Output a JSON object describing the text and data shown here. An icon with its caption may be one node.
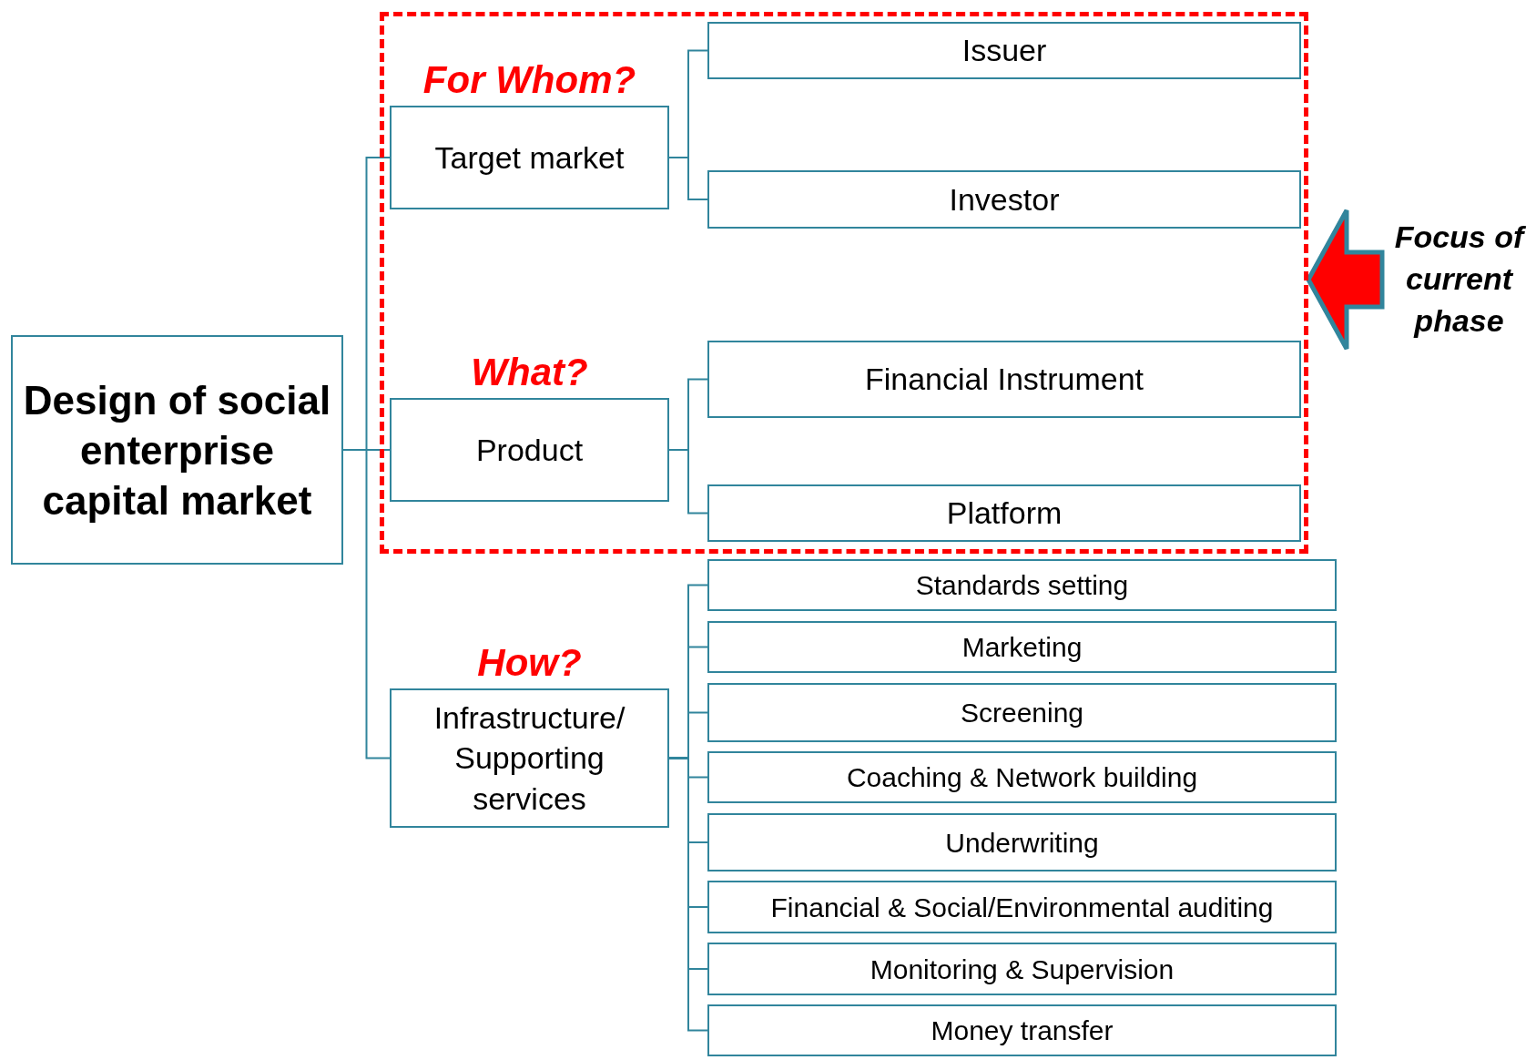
{
  "diagram": {
    "nodes": [
      {
        "text": [
          "Design of social enterprise capital market"
        ]
      },
      {
        "text": [],
        "shape": "box"
      },
      {
        "text": [
          "For Whom?",
          "Target market"
        ],
        "in": 1
      },
      {
        "text": [
          "Issuer"
        ],
        "in": 1
      },
      {
        "text": [
          "Investor"
        ],
        "in": 1
      },
      {
        "text": [
          "What?",
          "Product"
        ],
        "in": 1
      },
      {
        "text": [
          "Financial Instrument"
        ],
        "in": 1
      },
      {
        "text": [
          "Platform"
        ],
        "in": 1
      },
      {
        "text": [
          "How?",
          "Infrastructure/ Supporting services"
        ]
      },
      {
        "text": [
          "Standards setting"
        ]
      },
      {
        "text": [
          "Marketing"
        ]
      },
      {
        "text": [
          "Screening"
        ]
      },
      {
        "text": [
          "Coaching & Network building"
        ]
      },
      {
        "text": [
          "Underwriting"
        ]
      },
      {
        "text": [
          "Financial & Social/Environmental auditing"
        ]
      },
      {
        "text": [
          "Monitoring & Supervision"
        ]
      },
      {
        "text": [
          "Money transfer"
        ]
      },
      {
        "text": [
          "Focus of current phase"
        ]
      }
    ],
    "edges": [
      {
        "from": 0,
        "to": 2,
        "arrow": "none"
      },
      {
        "from": 0,
        "to": 5,
        "arrow": "none"
      },
      {
        "from": 0,
        "to": 8,
        "arrow": "none"
      },
      {
        "from": 2,
        "to": 3,
        "arrow": "none"
      },
      {
        "from": 2,
        "to": 4,
        "arrow": "none"
      },
      {
        "from": 5,
        "to": 6,
        "arrow": "none"
      },
      {
        "from": 5,
        "to": 7,
        "arrow": "none"
      },
      {
        "from": 8,
        "to": 9,
        "arrow": "none"
      },
      {
        "from": 8,
        "to": 10,
        "arrow": "none"
      },
      {
        "from": 8,
        "to": 11,
        "arrow": "none"
      },
      {
        "from": 8,
        "to": 12,
        "arrow": "none"
      },
      {
        "from": 8,
        "to": 13,
        "arrow": "none"
      },
      {
        "from": 8,
        "to": 14,
        "arrow": "none"
      },
      {
        "from": 8,
        "to": 15,
        "arrow": "none"
      },
      {
        "from": 8,
        "to": 16,
        "arrow": "none"
      },
      {
        "from": 17,
        "to": 1,
        "arrow": "to",
        "style": "thick",
        "color": "#ff0000"
      }
    ]
  }
}
